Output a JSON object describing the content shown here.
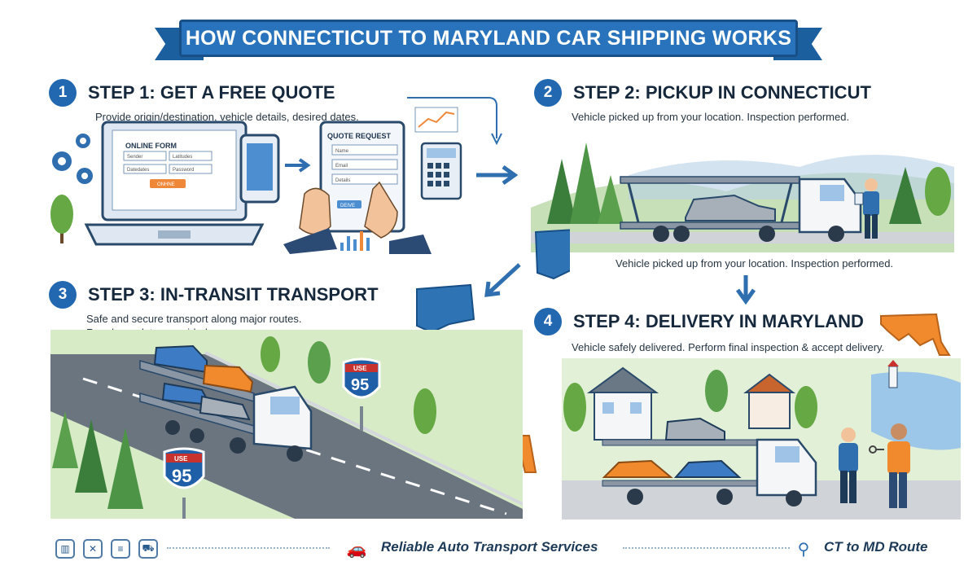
{
  "title": "HOW CONNECTICUT TO MARYLAND CAR SHIPPING WORKS",
  "steps": [
    {
      "number": "1",
      "title": "STEP 1: GET A FREE QUOTE",
      "description": "Provide origin/destination, vehicle details, desired dates."
    },
    {
      "number": "2",
      "title": "STEP 2: PICKUP IN CONNECTICUT",
      "description": "Vehicle picked up from your location. Inspection performed."
    },
    {
      "number": "3",
      "title": "STEP 3: IN-TRANSIT TRANSPORT",
      "description_lines": [
        "Safe and secure transport along major routes.",
        "Regular updates provided."
      ]
    },
    {
      "number": "4",
      "title": "STEP 4: DELIVERY IN MARYLAND",
      "description": "Vehicle safely delivered. Perform final inspection & accept delivery."
    }
  ],
  "pickup_caption": "Vehicle picked up from your location. Inspection performed.",
  "online_form": {
    "label": "ONLINE FORM",
    "fields": [
      "Sender",
      "Latitudes",
      "Datedates",
      "Password"
    ],
    "button": "ONHNE"
  },
  "quote_form": {
    "label": "QUOTE REQUEST",
    "fields": [
      "Name",
      "Email",
      "Details"
    ],
    "button": "DEIVE"
  },
  "highway": {
    "shield_top": "USE",
    "number": "95",
    "shield_color": "#1f5fa8",
    "shield_top_color": "#c8322e"
  },
  "footer": {
    "icons": [
      "chart-icon",
      "tools-icon",
      "document-icon",
      "car-icon"
    ],
    "center_text": "Reliable Auto Transport Services",
    "right_text": "CT to MD Route"
  },
  "colors": {
    "accent": "#2873bb",
    "dark_blue": "#174f86",
    "state_ct": "#2e74b5",
    "state_md": "#f08a2c",
    "green": "#5c9e3a"
  }
}
